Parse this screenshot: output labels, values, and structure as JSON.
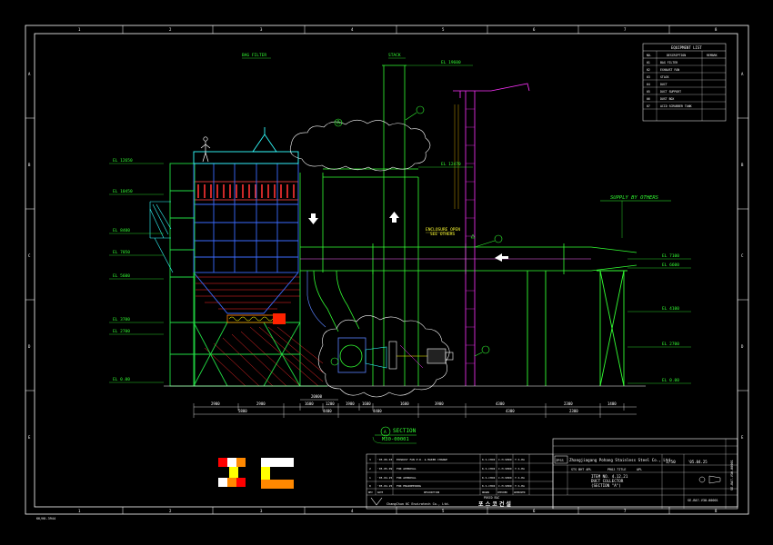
{
  "border": {
    "columns": [
      "1",
      "2",
      "3",
      "4",
      "5",
      "6",
      "7",
      "8"
    ],
    "rows": [
      "A",
      "B",
      "C",
      "D",
      "E"
    ],
    "corner_note": "KK/KK-3944"
  },
  "labels": {
    "bag_filter": "BAG FILTER",
    "stack": "STACK",
    "supply_by_others": "SUPPLY BY OTHERS",
    "enclosure_open": "ENCLOSURE OPEN",
    "enclosure_open_sub": "SEE OTHERS",
    "section_title": "SECTION",
    "section_ref": "M30-00001",
    "section_mark": "A"
  },
  "elevations": {
    "left": [
      "EL 12650",
      "EL 10450",
      "EL 8400",
      "EL 7050",
      "EL 5600",
      "EL 3700",
      "EL 2700",
      "EL 0.00"
    ],
    "top": [
      "EL 19600",
      "EL 12470"
    ],
    "right": [
      "EL 7100",
      "EL 6600",
      "EL 4100",
      "EL 2700",
      "EL 0.00"
    ]
  },
  "dimensions": {
    "top_row": [
      "20000",
      "1900",
      "1600",
      "3900"
    ],
    "bottom_row": [
      "2900",
      "2900",
      "1600",
      "4400",
      "1200",
      "1600",
      "4300",
      "2300",
      "1400"
    ],
    "totals": [
      "5800",
      "4400",
      "4300",
      "2300"
    ]
  },
  "equipment_list": {
    "title": "EQUIPMENT LIST",
    "headers": [
      "NO.",
      "DESCRIPTION",
      "REMARK"
    ],
    "rows": [
      [
        "01",
        "BAG FILTER",
        ""
      ],
      [
        "02",
        "EXHAUST FAN",
        ""
      ],
      [
        "03",
        "STACK",
        ""
      ],
      [
        "04",
        "DUCT",
        ""
      ],
      [
        "05",
        "DUCT SUPPORT",
        ""
      ],
      [
        "06",
        "DUST BOX",
        ""
      ],
      [
        "07",
        "ACID SCRUBBER TANK",
        ""
      ]
    ]
  },
  "revisions": {
    "rows": [
      [
        "3",
        "'05.09.03",
        "EXHAUST FAN P.D. & MAKER CHANGE",
        "K.S.CHOI",
        "C.H.SHIN",
        "Y.S.HA"
      ],
      [
        "2",
        "'05.05.09",
        "FOR APPROVAL",
        "K.S.CHOI",
        "C.H.SHIN",
        "Y.S.HA"
      ],
      [
        "1",
        "'05.04.25",
        "FOR APPROVAL",
        "K.S.CHOI",
        "C.H.SHIN",
        "Y.S.HA"
      ],
      [
        "0",
        "'05.04.25",
        "FOR ENGINEERING",
        "K.S.CHOI",
        "C.H.SHIN",
        "Y.S.HA"
      ]
    ],
    "headers": [
      "REV",
      "DATE",
      "DESCRIPTION",
      "DRAWN",
      "CHECKED",
      "APPROVED"
    ]
  },
  "title_block": {
    "client_logo": "ZPSS",
    "client": "Zhangjiagang Pohang Stainless Steel Co., Ltd.",
    "plant": "STS BHT APL",
    "project": "PROJ.TITLE",
    "area": "APL",
    "item_no": "ITEM NO. 4.12.21",
    "item_name": "DUCT COLLECTOR",
    "section_name": "(SECTION \"A\")",
    "scale": "1/50",
    "date": "'05.04.25",
    "drawing_no": "SE-B47-V30-00001",
    "contractor": "ChangChun KC Envirotech Co., Ltd.",
    "contractor2": "POSCO E&C",
    "contractor2_kr": "포 스 코 건 설",
    "vertical_label": "SE-B47-V30-00001"
  },
  "stamp_colors": [
    "#ff0000",
    "#ff8800",
    "#ffff00",
    "#ffffff"
  ]
}
